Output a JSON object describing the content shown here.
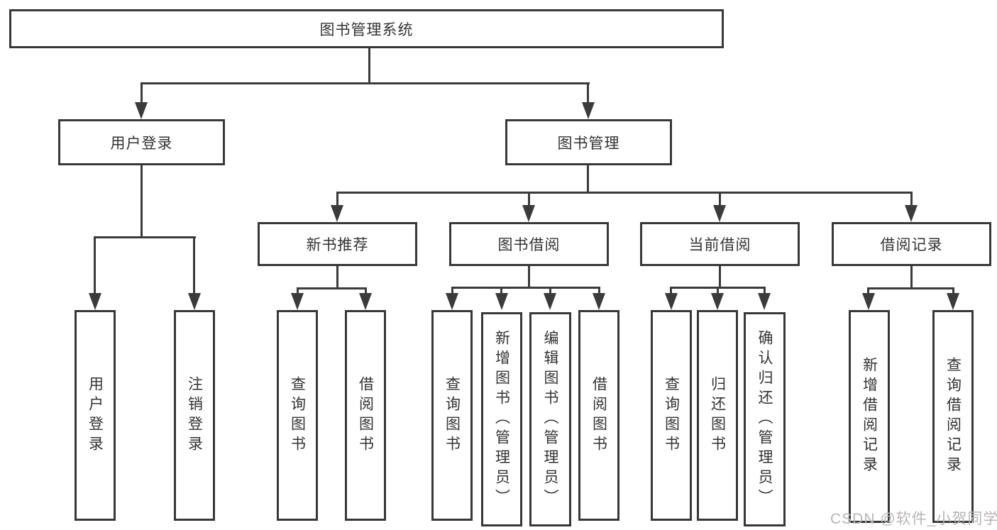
{
  "diagram": {
    "root": {
      "label": "图书管理系统"
    },
    "branches": [
      {
        "label": "用户登录",
        "children": [
          {
            "label": "用户登录"
          },
          {
            "label": "注销登录"
          }
        ]
      },
      {
        "label": "图书管理",
        "children": [
          {
            "label": "新书推荐",
            "children": [
              {
                "label": "查询图书"
              },
              {
                "label": "借阅图书"
              }
            ]
          },
          {
            "label": "图书借阅",
            "children": [
              {
                "label": "查询图书"
              },
              {
                "label": "新增图书（管理员）"
              },
              {
                "label": "编辑图书（管理员）"
              },
              {
                "label": "借阅图书"
              }
            ]
          },
          {
            "label": "当前借阅",
            "children": [
              {
                "label": "查询图书"
              },
              {
                "label": "归还图书"
              },
              {
                "label": "确认归还（管理员）"
              }
            ]
          },
          {
            "label": "借阅记录",
            "children": [
              {
                "label": "新增借阅记录"
              },
              {
                "label": "查询借阅记录"
              }
            ]
          }
        ]
      }
    ],
    "watermark": "CSDN @软件_小贺同学",
    "colors": {
      "line": "#3b3b3b",
      "border": "#383838",
      "text": "#333333",
      "watermark": "#b9b5b5",
      "background": "#ffffff"
    }
  }
}
